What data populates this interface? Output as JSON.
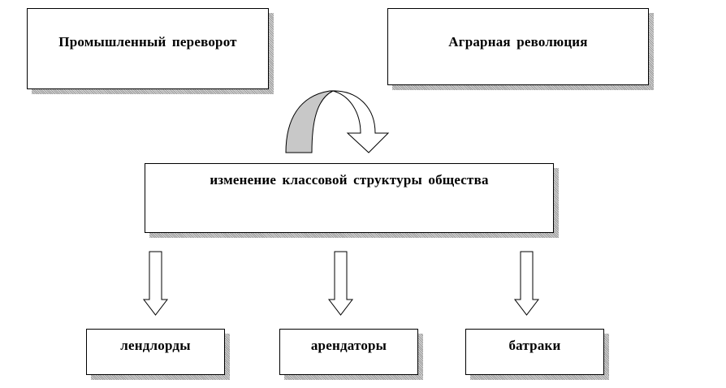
{
  "diagram": {
    "top_left": {
      "label": "Промышленный  переворот"
    },
    "top_right": {
      "label": "Аграрная  революция"
    },
    "center": {
      "label": "изменение  классовой  структуры  общества"
    },
    "bottom": [
      {
        "label": "лендлорды"
      },
      {
        "label": "арендаторы"
      },
      {
        "label": "батраки"
      }
    ]
  },
  "colors": {
    "border": "#000000",
    "curved_arrow_fill": "#c8c8c8",
    "shadow": "#b0b0b0",
    "background": "#ffffff"
  },
  "icons": [
    "curved-arrow-icon",
    "down-arrow-icon"
  ]
}
